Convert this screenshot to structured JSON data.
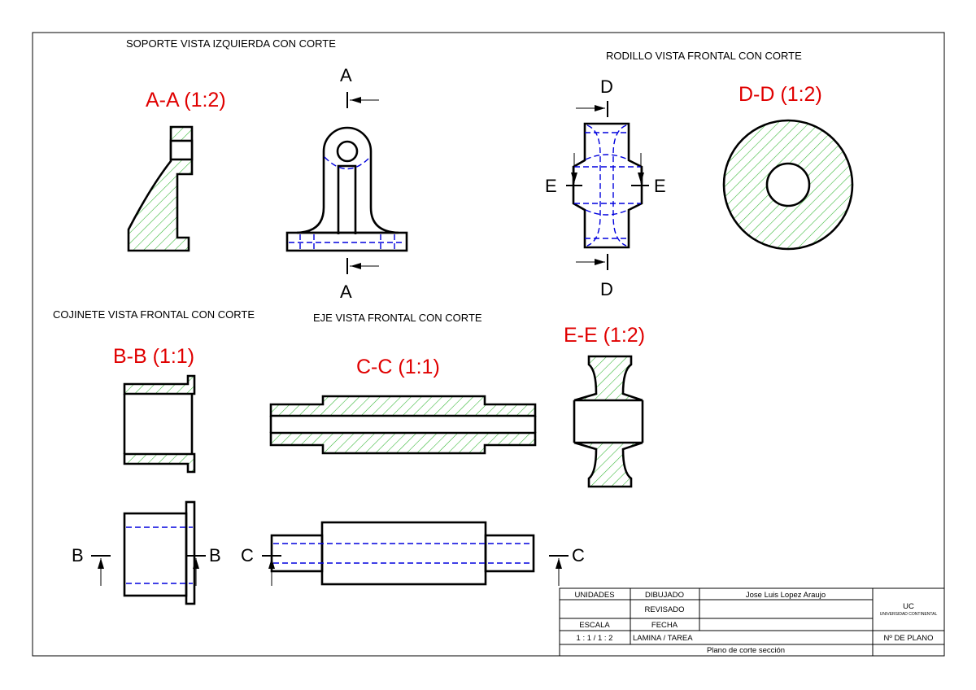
{
  "colors": {
    "section_label": "#e00000",
    "hatch": "#2fb52f",
    "hidden_line": "#0000dd",
    "line": "#000000"
  },
  "headings": {
    "soporte": "SOPORTE VISTA IZQUIERDA CON CORTE",
    "rodillo": "RODILLO VISTA FRONTAL CON CORTE",
    "cojinete": "COJINETE VISTA FRONTAL CON CORTE",
    "eje": "EJE VISTA FRONTAL CON CORTE"
  },
  "sections": {
    "aa": "A-A (1:2)",
    "dd": "D-D (1:2)",
    "bb": "B-B (1:1)",
    "cc": "C-C (1:1)",
    "ee": "E-E (1:2)"
  },
  "cut_letters": {
    "a": "A",
    "b": "B",
    "c": "C",
    "d": "D",
    "e": "E"
  },
  "title_block": {
    "unidades": "UNIDADES",
    "dibujado": "DIBUJADO",
    "author": "Jose Luis Lopez Araujo",
    "revisado": "REVISADO",
    "escala": "ESCALA",
    "fecha": "FECHA",
    "escala_value": "1 : 1 / 1 : 2",
    "lamina": "LAMINA / TAREA",
    "plano_title": "Plano de corte sección",
    "logo_abbr": "UC",
    "university": "UNIVERSIDAD CONTINENTAL",
    "plano_num": "Nº DE PLANO"
  }
}
